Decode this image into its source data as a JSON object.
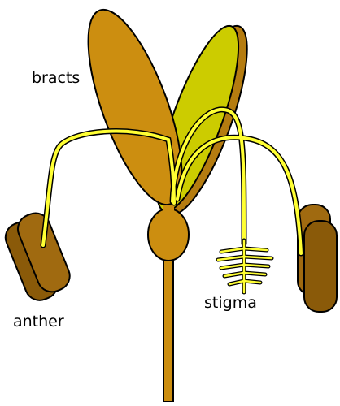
{
  "labels": {
    "bracts": "bracts",
    "anther": "anther",
    "stigma": "stigma"
  },
  "colors": {
    "bract_front": "#cc8e10",
    "bract_back": "#cccc00",
    "bract_back_shadow": "#b57c10",
    "stalk": "#cc8e10",
    "filament": "#ffff33",
    "anther_dark": "#8a5a09",
    "anther_light": "#a06a10",
    "outline": "#000000"
  }
}
